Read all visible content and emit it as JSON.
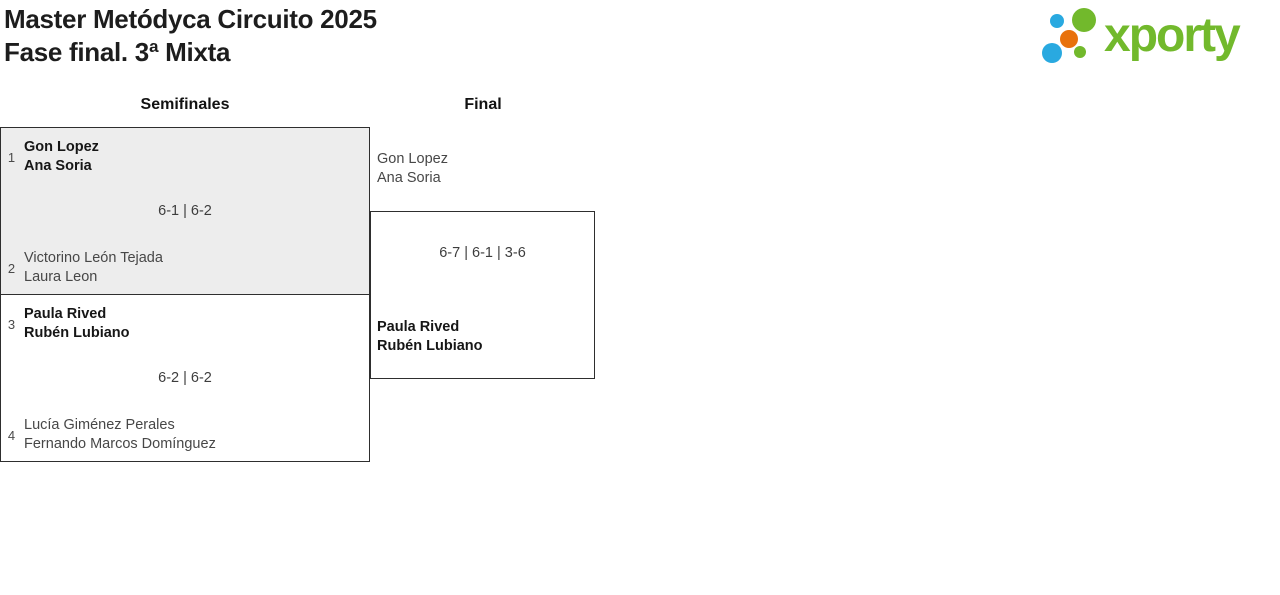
{
  "header": {
    "title": "Master Metódyca Circuito 2025",
    "subtitle": "Fase final. 3ª Mixta"
  },
  "logo": {
    "brand": "xporty",
    "colors": {
      "green": "#72b92c",
      "blue": "#29a9e0",
      "orange": "#e8720c"
    }
  },
  "bracket": {
    "rounds": [
      {
        "label": "Semifinales"
      },
      {
        "label": "Final"
      }
    ],
    "semifinals": [
      {
        "team1": {
          "seed": "1",
          "players": [
            "Gon Lopez",
            "Ana Soria"
          ],
          "winner": true
        },
        "score": "6-1 | 6-2",
        "team2": {
          "seed": "2",
          "players": [
            "Victorino León Tejada",
            "Laura Leon"
          ],
          "winner": false
        }
      },
      {
        "team1": {
          "seed": "3",
          "players": [
            "Paula Rived",
            "Rubén Lubiano"
          ],
          "winner": true
        },
        "score": "6-2 | 6-2",
        "team2": {
          "seed": "4",
          "players": [
            "Lucía Giménez Perales",
            "Fernando Marcos Domínguez"
          ],
          "winner": false
        }
      }
    ],
    "final": {
      "team1": {
        "players": [
          "Gon Lopez",
          "Ana Soria"
        ],
        "winner": false
      },
      "score": "6-7 | 6-1 | 3-6",
      "team2": {
        "players": [
          "Paula Rived",
          "Rubén Lubiano"
        ],
        "winner": true
      }
    }
  }
}
